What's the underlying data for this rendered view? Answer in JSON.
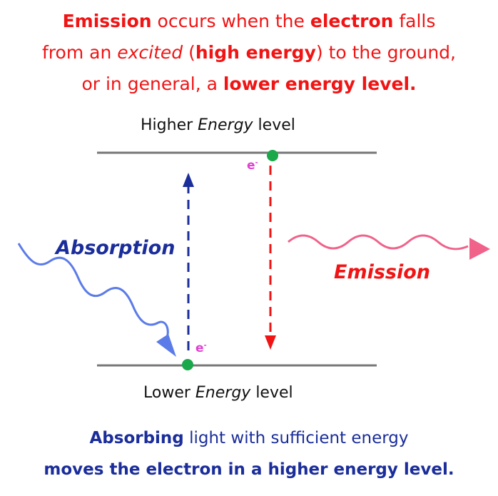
{
  "top_caption": {
    "l1_b1": "Emission",
    "l1_t1": " occurs when the ",
    "l1_b2": "electron",
    "l1_t2": " falls",
    "l2_t1": "from an ",
    "l2_i1": "excited",
    "l2_t2": " (",
    "l2_b1": "high energy",
    "l2_t3": ") to the ground,",
    "l3_t1": "or in general, a ",
    "l3_b1": "lower energy level."
  },
  "levels": {
    "higher_prefix": "Higher ",
    "higher_italic": "Energy",
    "higher_suffix": " level",
    "lower_prefix": "Lower ",
    "lower_italic": "Energy",
    "lower_suffix": " level"
  },
  "labels": {
    "absorption": "Absorption",
    "emission": "Emission",
    "electron_symbol": "e",
    "electron_charge": "-"
  },
  "bottom_caption": {
    "l1_b1": "Absorbing",
    "l1_t1": " light with sufficient energy",
    "l2_b1": "moves the electron in a higher energy level."
  },
  "colors": {
    "red": "#f01414",
    "navy": "#1a2d9a",
    "absorption_wave": "#5b7be8",
    "emission_wave": "#f0628a",
    "electron_dot": "#1aa84a",
    "electron_label": "#e040d0",
    "level_line": "#777777"
  }
}
